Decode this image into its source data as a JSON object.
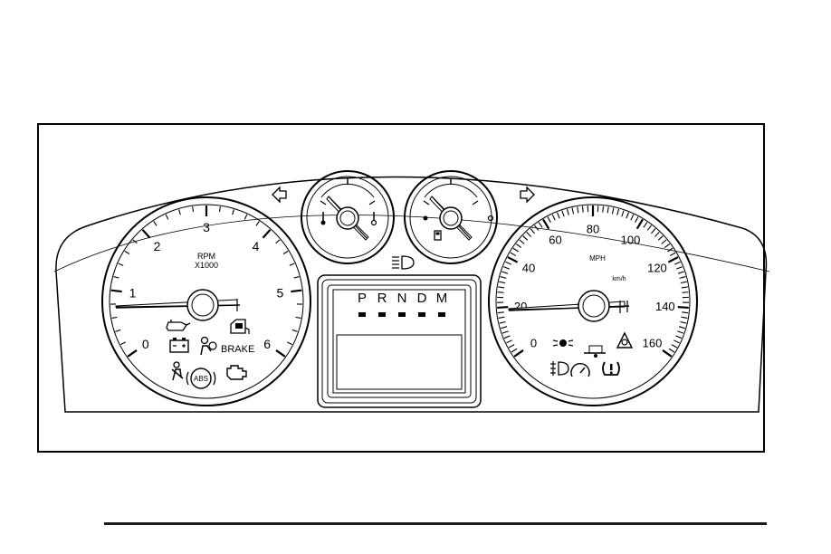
{
  "tachometer": {
    "unit_label": "RPM",
    "multiplier_label": "X1000",
    "numbers": [
      "0",
      "1",
      "2",
      "3",
      "4",
      "5",
      "6"
    ],
    "brake_label": "BRAKE",
    "abs_label": "ABS"
  },
  "speedometer": {
    "mph_label": "MPH",
    "kmh_label": "km/h",
    "numbers": [
      "0",
      "20",
      "40",
      "60",
      "80",
      "100",
      "120",
      "140",
      "160"
    ]
  },
  "transmission": {
    "gears": [
      "P",
      "R",
      "N",
      "D",
      "M"
    ]
  },
  "colors": {
    "line": "#000000",
    "background": "#ffffff"
  },
  "icons": {
    "left_turn": "arrow-left-icon",
    "right_turn": "arrow-right-icon",
    "headlamp": "headlamp-icon",
    "oil": "oil-can-icon",
    "battery": "battery-icon",
    "airbag": "airbag-icon",
    "door": "door-ajar-icon",
    "engine": "check-engine-icon",
    "seatbelt": "seatbelt-icon",
    "fog": "fog-lamp-icon",
    "cruise": "cruise-control-icon",
    "tpms": "tire-pressure-icon",
    "trailer": "trailer-icon",
    "stability": "stability-control-icon",
    "lamp": "exterior-lamp-icon"
  }
}
